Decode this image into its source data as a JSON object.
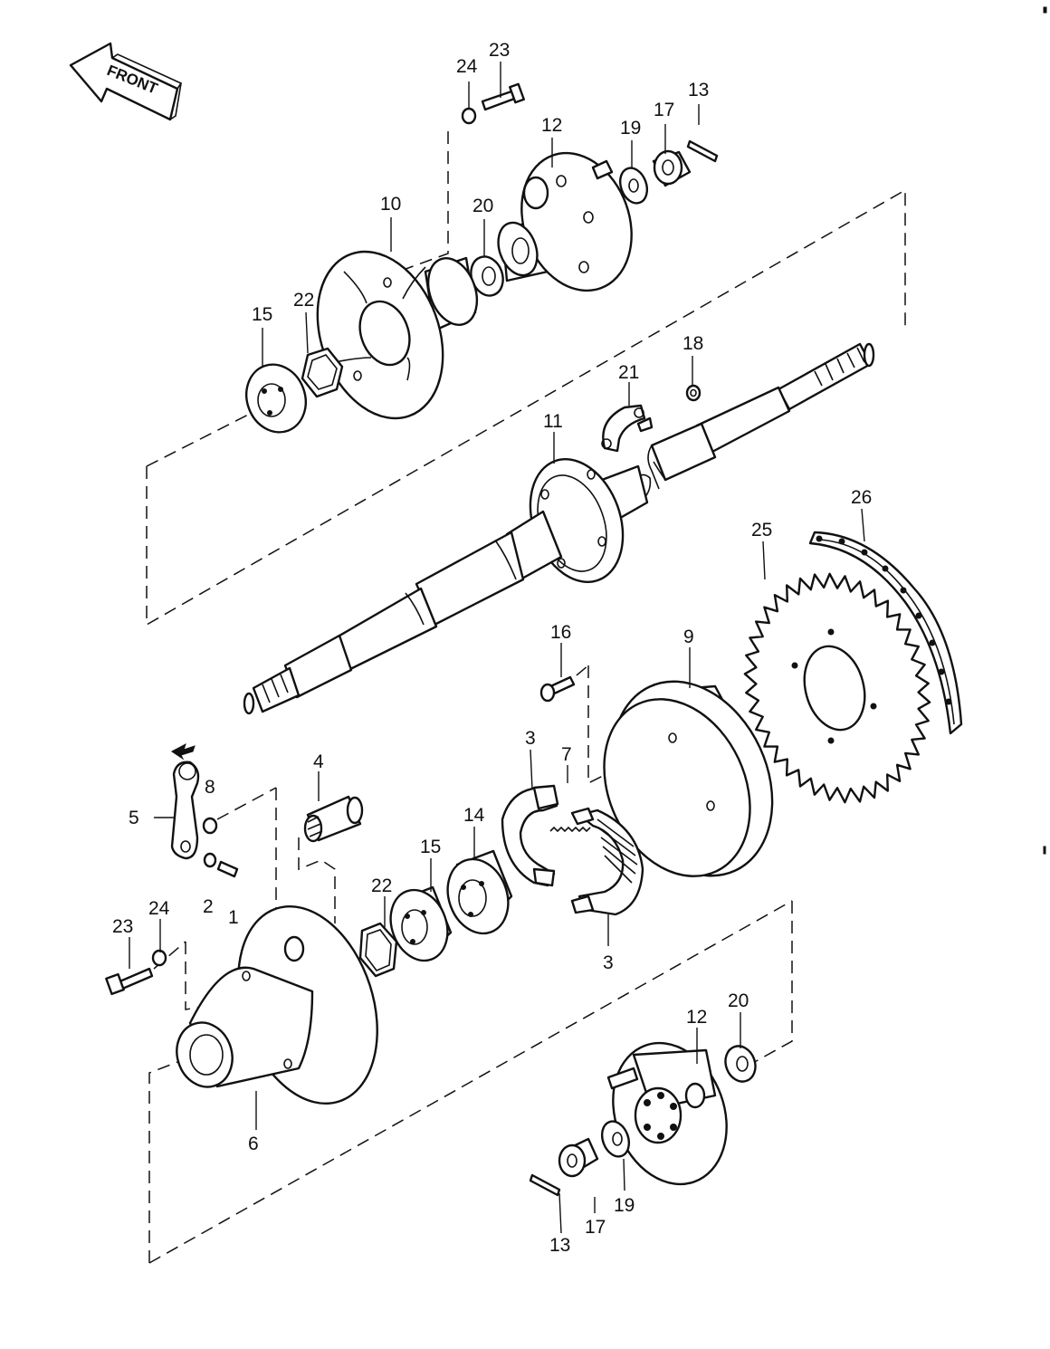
{
  "front_label": "FRONT",
  "callouts": [
    {
      "id": "c23a",
      "label": "23"
    },
    {
      "id": "c24a",
      "label": "24"
    },
    {
      "id": "c13a",
      "label": "13"
    },
    {
      "id": "c17a",
      "label": "17"
    },
    {
      "id": "c19a",
      "label": "19"
    },
    {
      "id": "c12a",
      "label": "12"
    },
    {
      "id": "c10",
      "label": "10"
    },
    {
      "id": "c20a",
      "label": "20"
    },
    {
      "id": "c15a",
      "label": "15"
    },
    {
      "id": "c22a",
      "label": "22"
    },
    {
      "id": "c18",
      "label": "18"
    },
    {
      "id": "c21",
      "label": "21"
    },
    {
      "id": "c11",
      "label": "11"
    },
    {
      "id": "c26",
      "label": "26"
    },
    {
      "id": "c25",
      "label": "25"
    },
    {
      "id": "c16",
      "label": "16"
    },
    {
      "id": "c9",
      "label": "9"
    },
    {
      "id": "c4",
      "label": "4"
    },
    {
      "id": "c3a",
      "label": "3"
    },
    {
      "id": "c7",
      "label": "7"
    },
    {
      "id": "c8",
      "label": "8"
    },
    {
      "id": "c5",
      "label": "5"
    },
    {
      "id": "c14",
      "label": "14"
    },
    {
      "id": "c15b",
      "label": "15"
    },
    {
      "id": "c2",
      "label": "2"
    },
    {
      "id": "c1",
      "label": "1"
    },
    {
      "id": "c22b",
      "label": "22"
    },
    {
      "id": "c3b",
      "label": "3"
    },
    {
      "id": "c23b",
      "label": "23"
    },
    {
      "id": "c24b",
      "label": "24"
    },
    {
      "id": "c12b",
      "label": "12"
    },
    {
      "id": "c20b",
      "label": "20"
    },
    {
      "id": "c6",
      "label": "6"
    },
    {
      "id": "c19b",
      "label": "19"
    },
    {
      "id": "c13b",
      "label": "13"
    },
    {
      "id": "c17b",
      "label": "17"
    }
  ]
}
